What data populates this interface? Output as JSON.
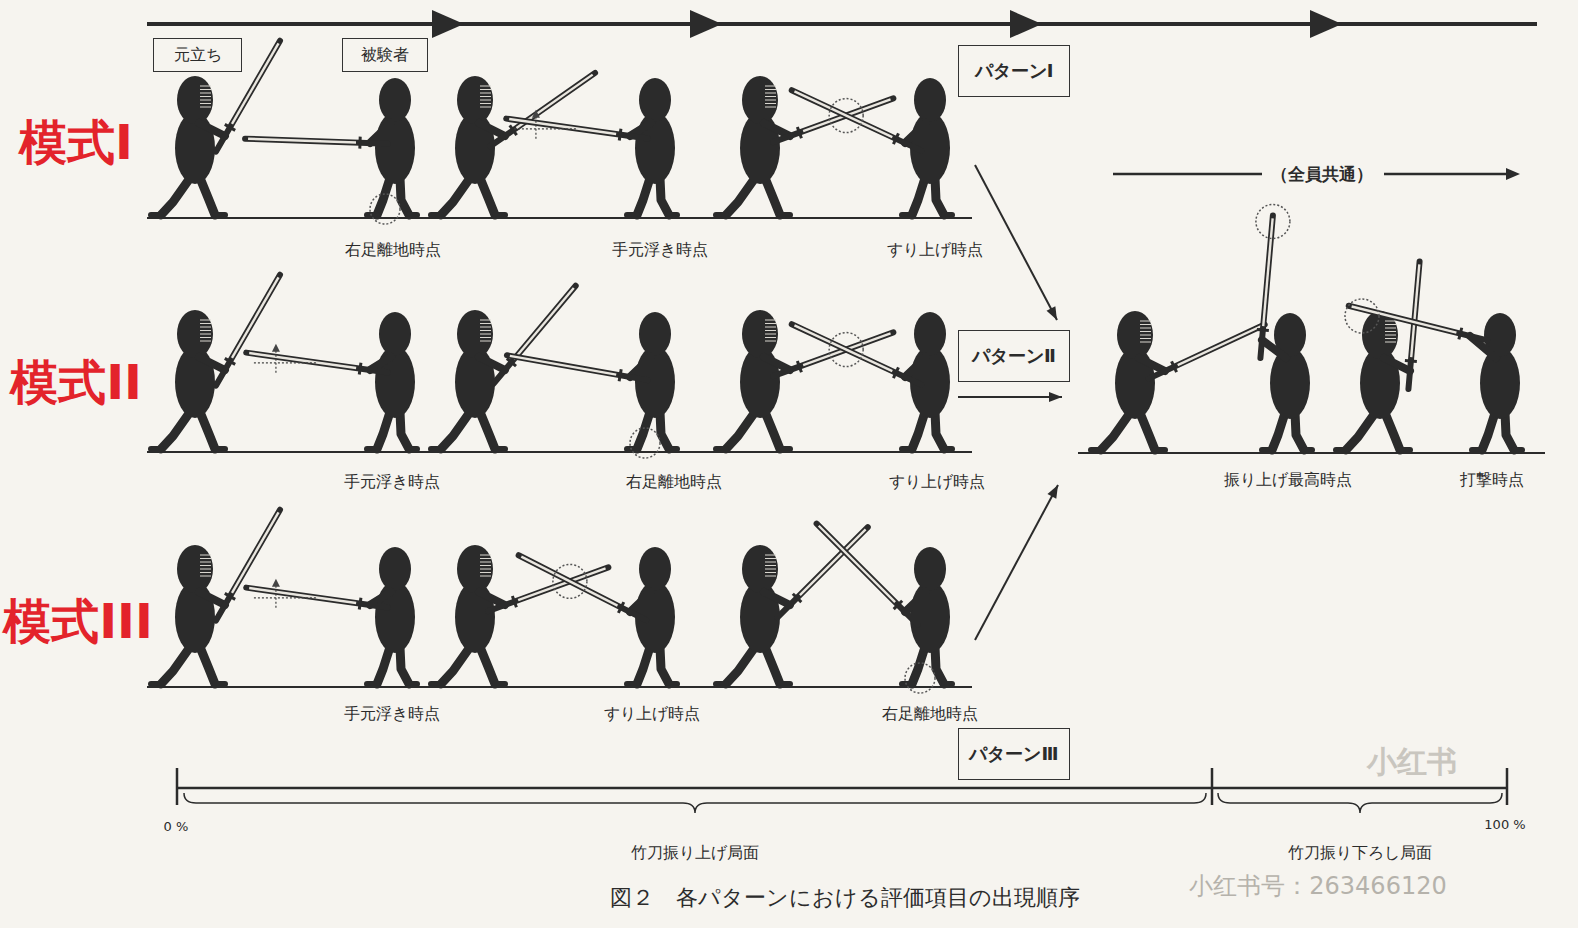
{
  "diagram": {
    "caption": "図２　各パターンにおける評価項目の出現順序",
    "nodes": [
      {
        "text": [
          "元立ち"
        ]
      },
      {
        "text": [
          "被験者"
        ]
      },
      {
        "text": [
          "パターンⅠ"
        ]
      },
      {
        "text": [
          "パターンⅡ"
        ]
      },
      {
        "text": [
          "パターンⅢ"
        ]
      }
    ],
    "labels": [
      "模式I",
      "模式II",
      "模式III",
      "右足離地時点",
      "手元浮き時点",
      "すり上げ時点",
      "手元浮き時点",
      "右足離地時点",
      "すり上げ時点",
      "手元浮き時点",
      "すり上げ時点",
      "右足離地時点",
      "（全員共通）",
      "振り上げ最高時点",
      "打撃時点",
      "0 %",
      "100 %",
      "竹刀振り上げ局面",
      "竹刀振り下ろし局面",
      "小红书",
      "小红书号：263466120"
    ]
  }
}
